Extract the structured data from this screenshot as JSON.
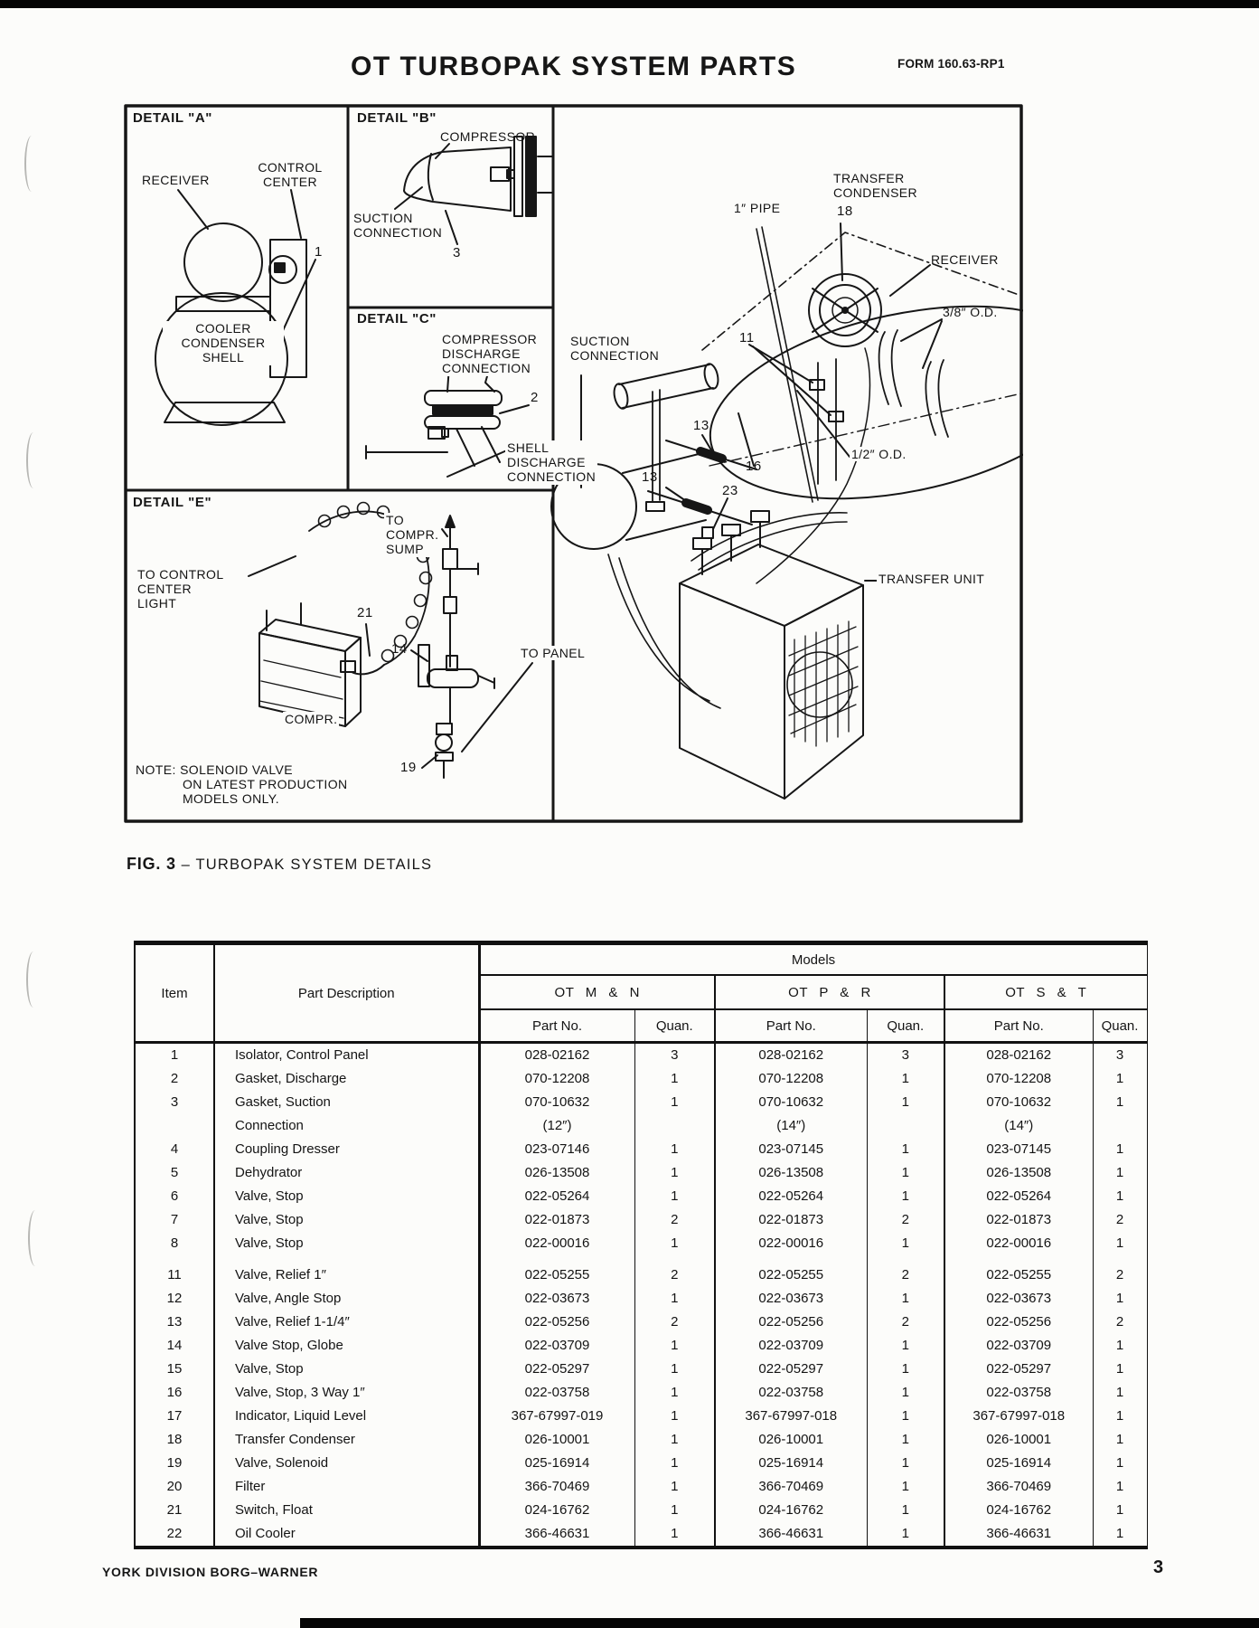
{
  "page": {
    "title": "OT TURBOPAK SYSTEM PARTS",
    "form": "FORM 160.63-RP1",
    "fig_caption_lead": "FIG. 3",
    "fig_caption_rest": " – TURBOPAK SYSTEM DETAILS",
    "footer": "YORK DIVISION  BORG–WARNER",
    "page_number": "3"
  },
  "figure": {
    "detail_a": {
      "title": "DETAIL \"A\"",
      "receiver": "RECEIVER",
      "control_center": "CONTROL\nCENTER",
      "cooler_shell": "COOLER\nCONDENSER\nSHELL",
      "callout_1": "1"
    },
    "detail_b": {
      "title": "DETAIL \"B\"",
      "compressor": "COMPRESSOR",
      "suction": "SUCTION\nCONNECTION",
      "callout_3": "3"
    },
    "detail_c": {
      "title": "DETAIL \"C\"",
      "comp_discharge": "COMPRESSOR\nDISCHARGE\nCONNECTION",
      "callout_2": "2",
      "shell_discharge": "SHELL\nDISCHARGE\nCONNECTION"
    },
    "detail_e": {
      "title": "DETAIL \"E\"",
      "to_compr_sump": "TO\nCOMPR.\nSUMP",
      "to_control": "TO CONTROL\nCENTER\nLIGHT",
      "callout_21": "21",
      "callout_14": "14",
      "to_panel": "TO PANEL",
      "compr": "COMPR.",
      "note": "NOTE: SOLENOID VALVE\nON LATEST  PRODUCTION\nMODELS ONLY.",
      "callout_19": "19"
    },
    "main": {
      "pipe_1": "1″ PIPE",
      "transfer_condenser": "TRANSFER\nCONDENSER",
      "callout_18": "18",
      "receiver": "RECEIVER",
      "od_38": "3/8″ O.D.",
      "suction": "SUCTION\nCONNECTION",
      "callout_11": "11",
      "callout_13a": "13",
      "callout_13b": "13",
      "callout_16": "16",
      "callout_23": "23",
      "od_12": "1/2″ O.D.",
      "transfer_unit": "TRANSFER UNIT"
    }
  },
  "table": {
    "col_item": "Item",
    "col_desc": "Part Description",
    "models": "Models",
    "groups": [
      "OT M & N",
      "OT P & R",
      "OT S & T"
    ],
    "part_no": "Part No.",
    "quan": "Quan.",
    "rows": [
      {
        "item": "1",
        "desc": "Isolator, Control Panel",
        "c": [
          "028-02162",
          "3",
          "028-02162",
          "3",
          "028-02162",
          "3"
        ]
      },
      {
        "item": "2",
        "desc": "Gasket, Discharge",
        "c": [
          "070-12208",
          "1",
          "070-12208",
          "1",
          "070-12208",
          "1"
        ]
      },
      {
        "item": "3",
        "desc": "Gasket, Suction\nConnection",
        "c": [
          "070-10632\n(12″)",
          "1",
          "070-10632\n(14″)",
          "1",
          "070-10632\n(14″)",
          "1"
        ]
      },
      {
        "item": "4",
        "desc": "Coupling Dresser",
        "c": [
          "023-07146",
          "1",
          "023-07145",
          "1",
          "023-07145",
          "1"
        ]
      },
      {
        "item": "5",
        "desc": "Dehydrator",
        "c": [
          "026-13508",
          "1",
          "026-13508",
          "1",
          "026-13508",
          "1"
        ]
      },
      {
        "item": "6",
        "desc": "Valve, Stop",
        "c": [
          "022-05264",
          "1",
          "022-05264",
          "1",
          "022-05264",
          "1"
        ]
      },
      {
        "item": "7",
        "desc": "Valve, Stop",
        "c": [
          "022-01873",
          "2",
          "022-01873",
          "2",
          "022-01873",
          "2"
        ]
      },
      {
        "item": "8",
        "desc": "Valve, Stop",
        "c": [
          "022-00016",
          "1",
          "022-00016",
          "1",
          "022-00016",
          "1"
        ]
      },
      {
        "item": "11",
        "desc": "Valve, Relief 1″",
        "gap": true,
        "c": [
          "022-05255",
          "2",
          "022-05255",
          "2",
          "022-05255",
          "2"
        ]
      },
      {
        "item": "12",
        "desc": "Valve, Angle Stop",
        "c": [
          "022-03673",
          "1",
          "022-03673",
          "1",
          "022-03673",
          "1"
        ]
      },
      {
        "item": "13",
        "desc": "Valve, Relief 1-1/4″",
        "c": [
          "022-05256",
          "2",
          "022-05256",
          "2",
          "022-05256",
          "2"
        ]
      },
      {
        "item": "14",
        "desc": "Valve Stop, Globe",
        "c": [
          "022-03709",
          "1",
          "022-03709",
          "1",
          "022-03709",
          "1"
        ]
      },
      {
        "item": "15",
        "desc": "Valve, Stop",
        "c": [
          "022-05297",
          "1",
          "022-05297",
          "1",
          "022-05297",
          "1"
        ]
      },
      {
        "item": "16",
        "desc": "Valve, Stop, 3 Way 1″",
        "c": [
          "022-03758",
          "1",
          "022-03758",
          "1",
          "022-03758",
          "1"
        ]
      },
      {
        "item": "17",
        "desc": "Indicator, Liquid Level",
        "c": [
          "367-67997-019",
          "1",
          "367-67997-018",
          "1",
          "367-67997-018",
          "1"
        ]
      },
      {
        "item": "18",
        "desc": "Transfer Condenser",
        "c": [
          "026-10001",
          "1",
          "026-10001",
          "1",
          "026-10001",
          "1"
        ]
      },
      {
        "item": "19",
        "desc": "Valve, Solenoid",
        "c": [
          "025-16914",
          "1",
          "025-16914",
          "1",
          "025-16914",
          "1"
        ]
      },
      {
        "item": "20",
        "desc": "Filter",
        "c": [
          "366-70469",
          "1",
          "366-70469",
          "1",
          "366-70469",
          "1"
        ]
      },
      {
        "item": "21",
        "desc": "Switch, Float",
        "c": [
          "024-16762",
          "1",
          "024-16762",
          "1",
          "024-16762",
          "1"
        ]
      },
      {
        "item": "22",
        "desc": "Oil Cooler",
        "c": [
          "366-46631",
          "1",
          "366-46631",
          "1",
          "366-46631",
          "1"
        ]
      }
    ]
  },
  "colors": {
    "ink": "#161616",
    "paper": "#fcfcfa"
  }
}
